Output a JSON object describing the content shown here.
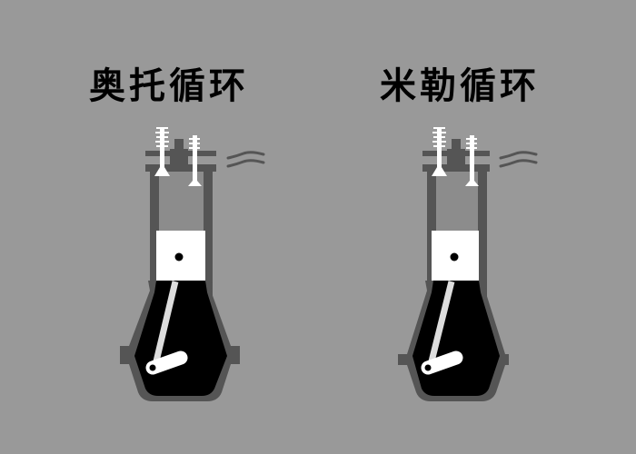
{
  "diagram": {
    "left": {
      "title": "奥托循环",
      "label": "Otto cycle engine"
    },
    "right": {
      "title": "米勒循环",
      "label": "Miller cycle engine"
    }
  },
  "colors": {
    "background": "#999999",
    "casing": "#555555",
    "combustion_chamber": "#8c8c8c",
    "piston": "#ffffff",
    "crankcase": "#000000",
    "rod": "#dddddd",
    "valves": "#ffffff"
  }
}
